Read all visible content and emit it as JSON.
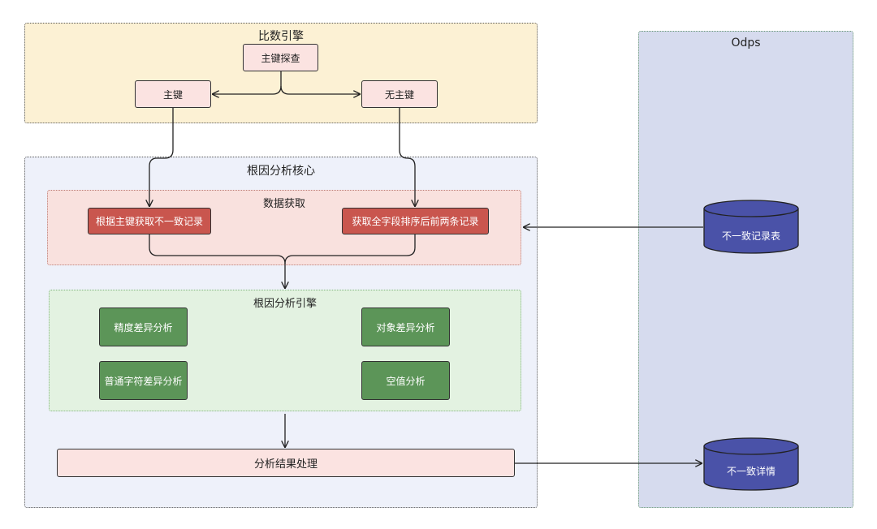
{
  "engine": {
    "title": "比数引擎",
    "probe": "主键探查",
    "pk": "主键",
    "no_pk": "无主键"
  },
  "core": {
    "title": "根因分析核心",
    "fetch": {
      "title": "数据获取",
      "by_pk": "根据主键获取不一致记录",
      "by_sort": "获取全字段排序后前两条记录"
    },
    "analysis": {
      "title": "根因分析引擎",
      "items": [
        "精度差异分析",
        "对象差异分析",
        "普通字符差异分析",
        "空值分析"
      ]
    },
    "result": "分析结果处理"
  },
  "odps": {
    "title": "Odps",
    "table_inconsistent": "不一致记录表",
    "table_details": "不一致详情"
  },
  "colors": {
    "engine_bg": "#fcf1d4",
    "core_bg": "#eef1fa",
    "fetch_bg": "#f9e1de",
    "analysis_bg": "#e3f2e1",
    "odps_bg": "#d6dbee",
    "db_fill": "#4a52a8"
  }
}
